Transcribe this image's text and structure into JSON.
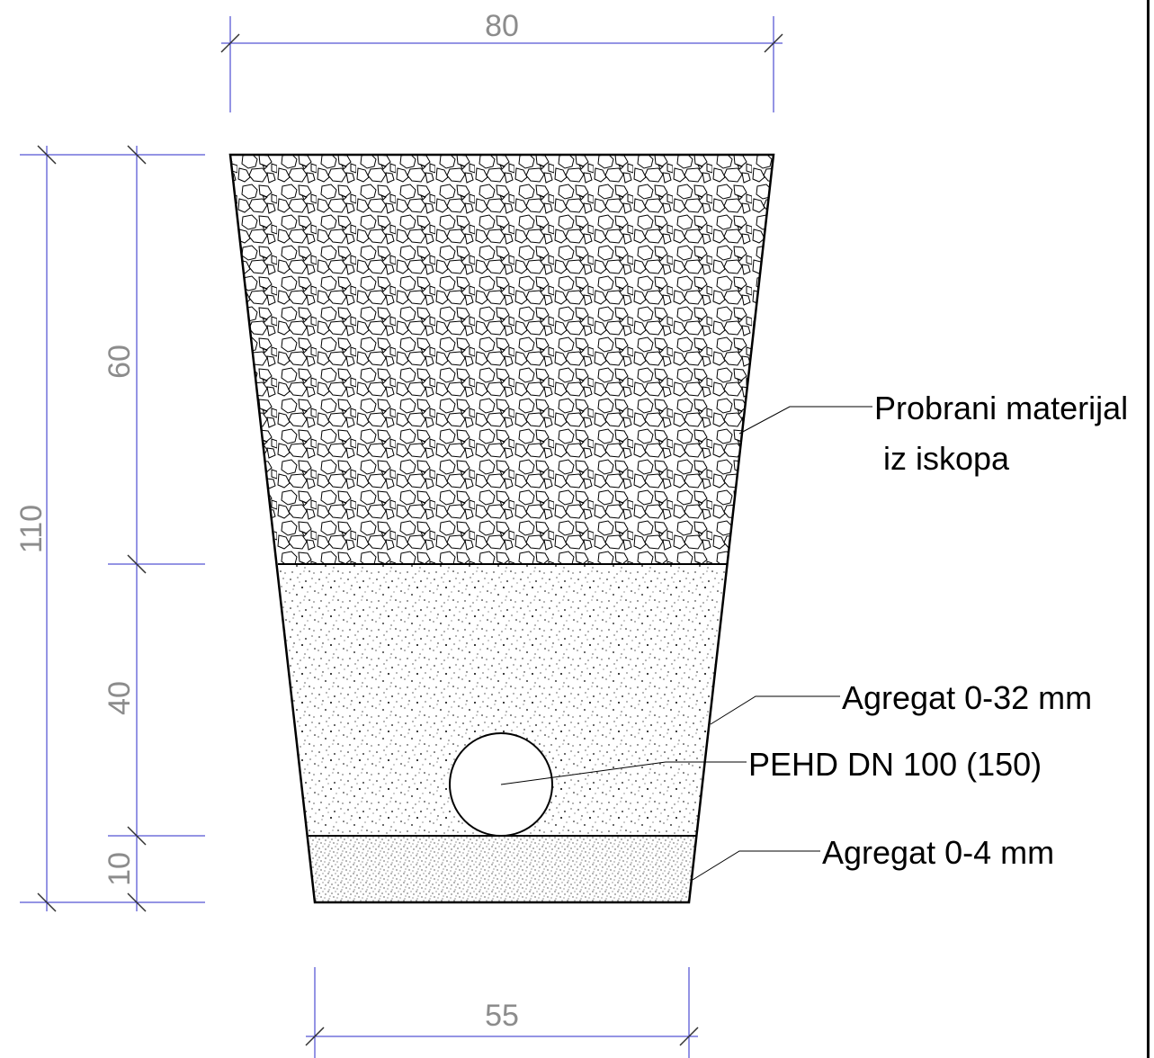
{
  "dimensions": {
    "top_width": "80",
    "bottom_width": "55",
    "total_height": "110",
    "layer_top_height": "60",
    "layer_middle_height": "40",
    "layer_bottom_height": "10"
  },
  "labels": {
    "top_layer_line1": "Probrani materijal",
    "top_layer_line2": "iz iskopa",
    "middle_layer": "Agregat 0-32 mm",
    "pipe": "PEHD DN 100 (150)",
    "bottom_layer": "Agregat 0-4 mm"
  },
  "colors": {
    "dimension_line": "#2a2ac8",
    "dimension_text": "#8c8c8c",
    "outline": "#000000"
  }
}
